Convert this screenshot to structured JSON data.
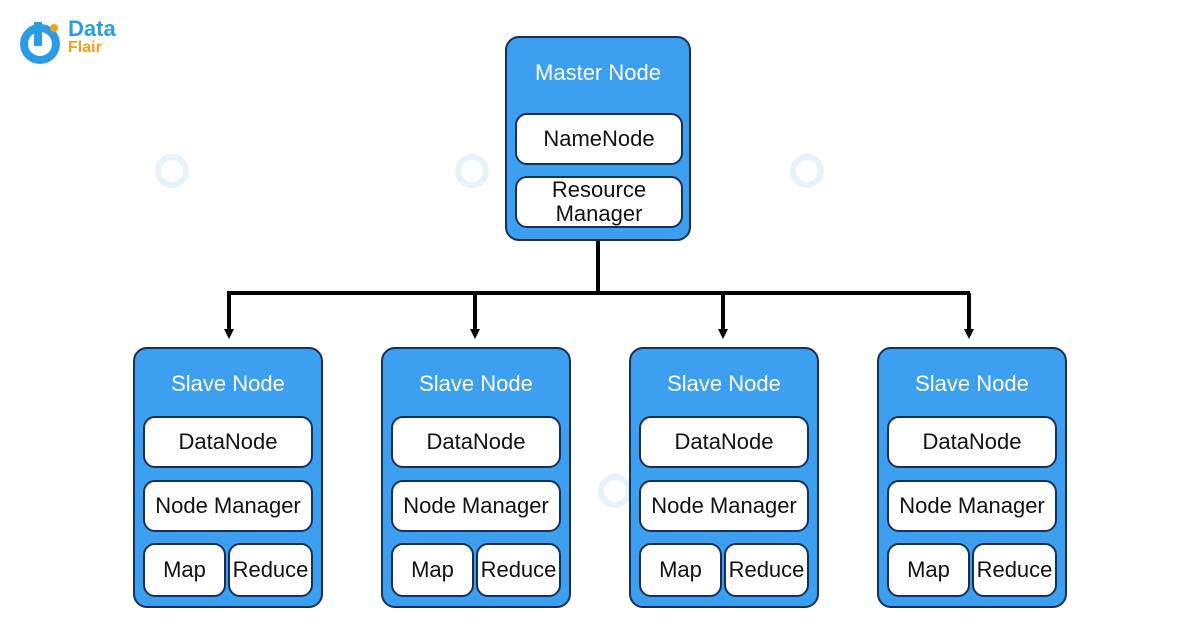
{
  "logo": {
    "line1": "Data",
    "line2": "Flair"
  },
  "master": {
    "title": "Master Node",
    "components": [
      "NameNode",
      "Resource Manager"
    ]
  },
  "slaves": [
    {
      "title": "Slave Node",
      "datanode": "DataNode",
      "nodemanager": "Node Manager",
      "map": "Map",
      "reduce": "Reduce"
    },
    {
      "title": "Slave Node",
      "datanode": "DataNode",
      "nodemanager": "Node Manager",
      "map": "Map",
      "reduce": "Reduce"
    },
    {
      "title": "Slave Node",
      "datanode": "DataNode",
      "nodemanager": "Node Manager",
      "map": "Map",
      "reduce": "Reduce"
    },
    {
      "title": "Slave Node",
      "datanode": "DataNode",
      "nodemanager": "Node Manager",
      "map": "Map",
      "reduce": "Reduce"
    }
  ],
  "colors": {
    "node_fill": "#3d9fef",
    "border": "#1b2f55",
    "connector": "#000000",
    "brand_blue": "#2a9de2",
    "brand_orange": "#f0a020"
  },
  "icons": [
    "dataflair-logo-icon",
    "dataflair-watermark-icon"
  ]
}
